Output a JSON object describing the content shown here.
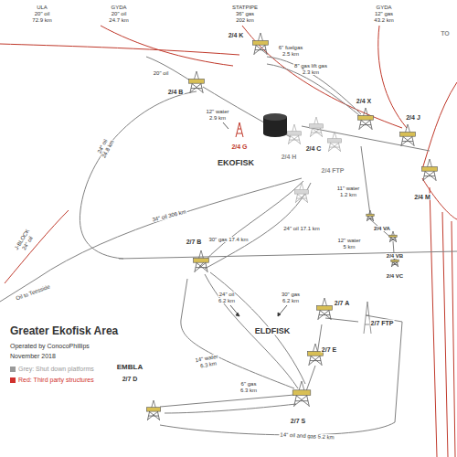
{
  "diagram": {
    "title": "Greater Ekofisk Area",
    "labels": [
      "ULA",
      "20\" oil",
      "72.9 km",
      "GYDA",
      "20\" oil",
      "24.7 km",
      "STATPIPE",
      "36\" gas",
      "202 km",
      "GYDA",
      "12\" gas",
      "43.2 km",
      "TO",
      "2/4 K",
      "6\" fuelgas",
      "2.5 km",
      "8\" gas lift gas",
      "2.3 km",
      "20\" oil",
      "2/4 B",
      "12\" water",
      "2.9 km",
      "2/4 G",
      "2/4 H",
      "EKOFISK",
      "2/4 C",
      "2/4 FTP",
      "2/4 X",
      "2/4 J",
      "2/4 M",
      "24\" oil",
      "24.8 km",
      "11\" water",
      "1.2 km",
      "2/4 VA",
      "34\" oil 306 km",
      "J-BLOCK",
      "24\" oil",
      "Oil to Teesside",
      "30\" gas 17.4 km",
      "24\" oil 17.1 km",
      "12\" water",
      "5 km",
      "2/4 VB",
      "2/4 VC",
      "2/7 B",
      "24\" oil",
      "6.2 km",
      "30\" gas",
      "6.2 km",
      "2/7 A",
      "ELDFISK",
      "2/7 FTP",
      "2/7 E",
      "14\" water",
      "6.3 km",
      "6\" gas",
      "6.3 km",
      "2/7 S",
      "EMBLA",
      "2/7 D",
      "14\" oil and gas 5.2 km",
      "Operated by ConocoPhillips",
      "November 2018"
    ],
    "legend": [
      {
        "text": "Grey: Shut down platforms",
        "color": "#9a9a9a"
      },
      {
        "text": "Red: Third party structures",
        "color": "#d0312d"
      }
    ]
  }
}
